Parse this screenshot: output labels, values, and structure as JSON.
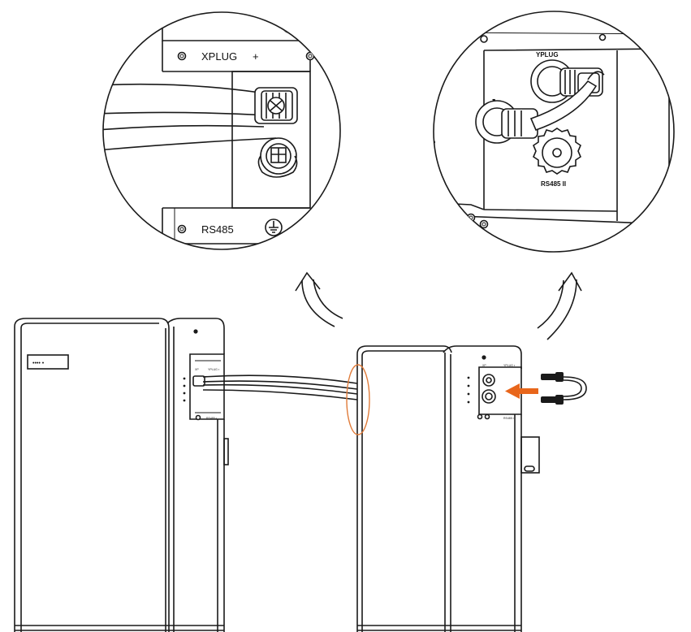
{
  "zoom_left": {
    "port_top_label": "XPLUG",
    "polarity_label": "+",
    "port_bottom_label": "RS485"
  },
  "zoom_right": {
    "port_top_label": "YPLUG",
    "polarity_label": "-",
    "port_bottom_label": "RS485 II"
  },
  "colors": {
    "line": "#1a1a1a",
    "highlight_ellipse": "#e07b39",
    "insert_arrow": "#e8661b"
  },
  "icons": [
    "ground-icon",
    "curved-arrow-icon",
    "screw-icon"
  ]
}
